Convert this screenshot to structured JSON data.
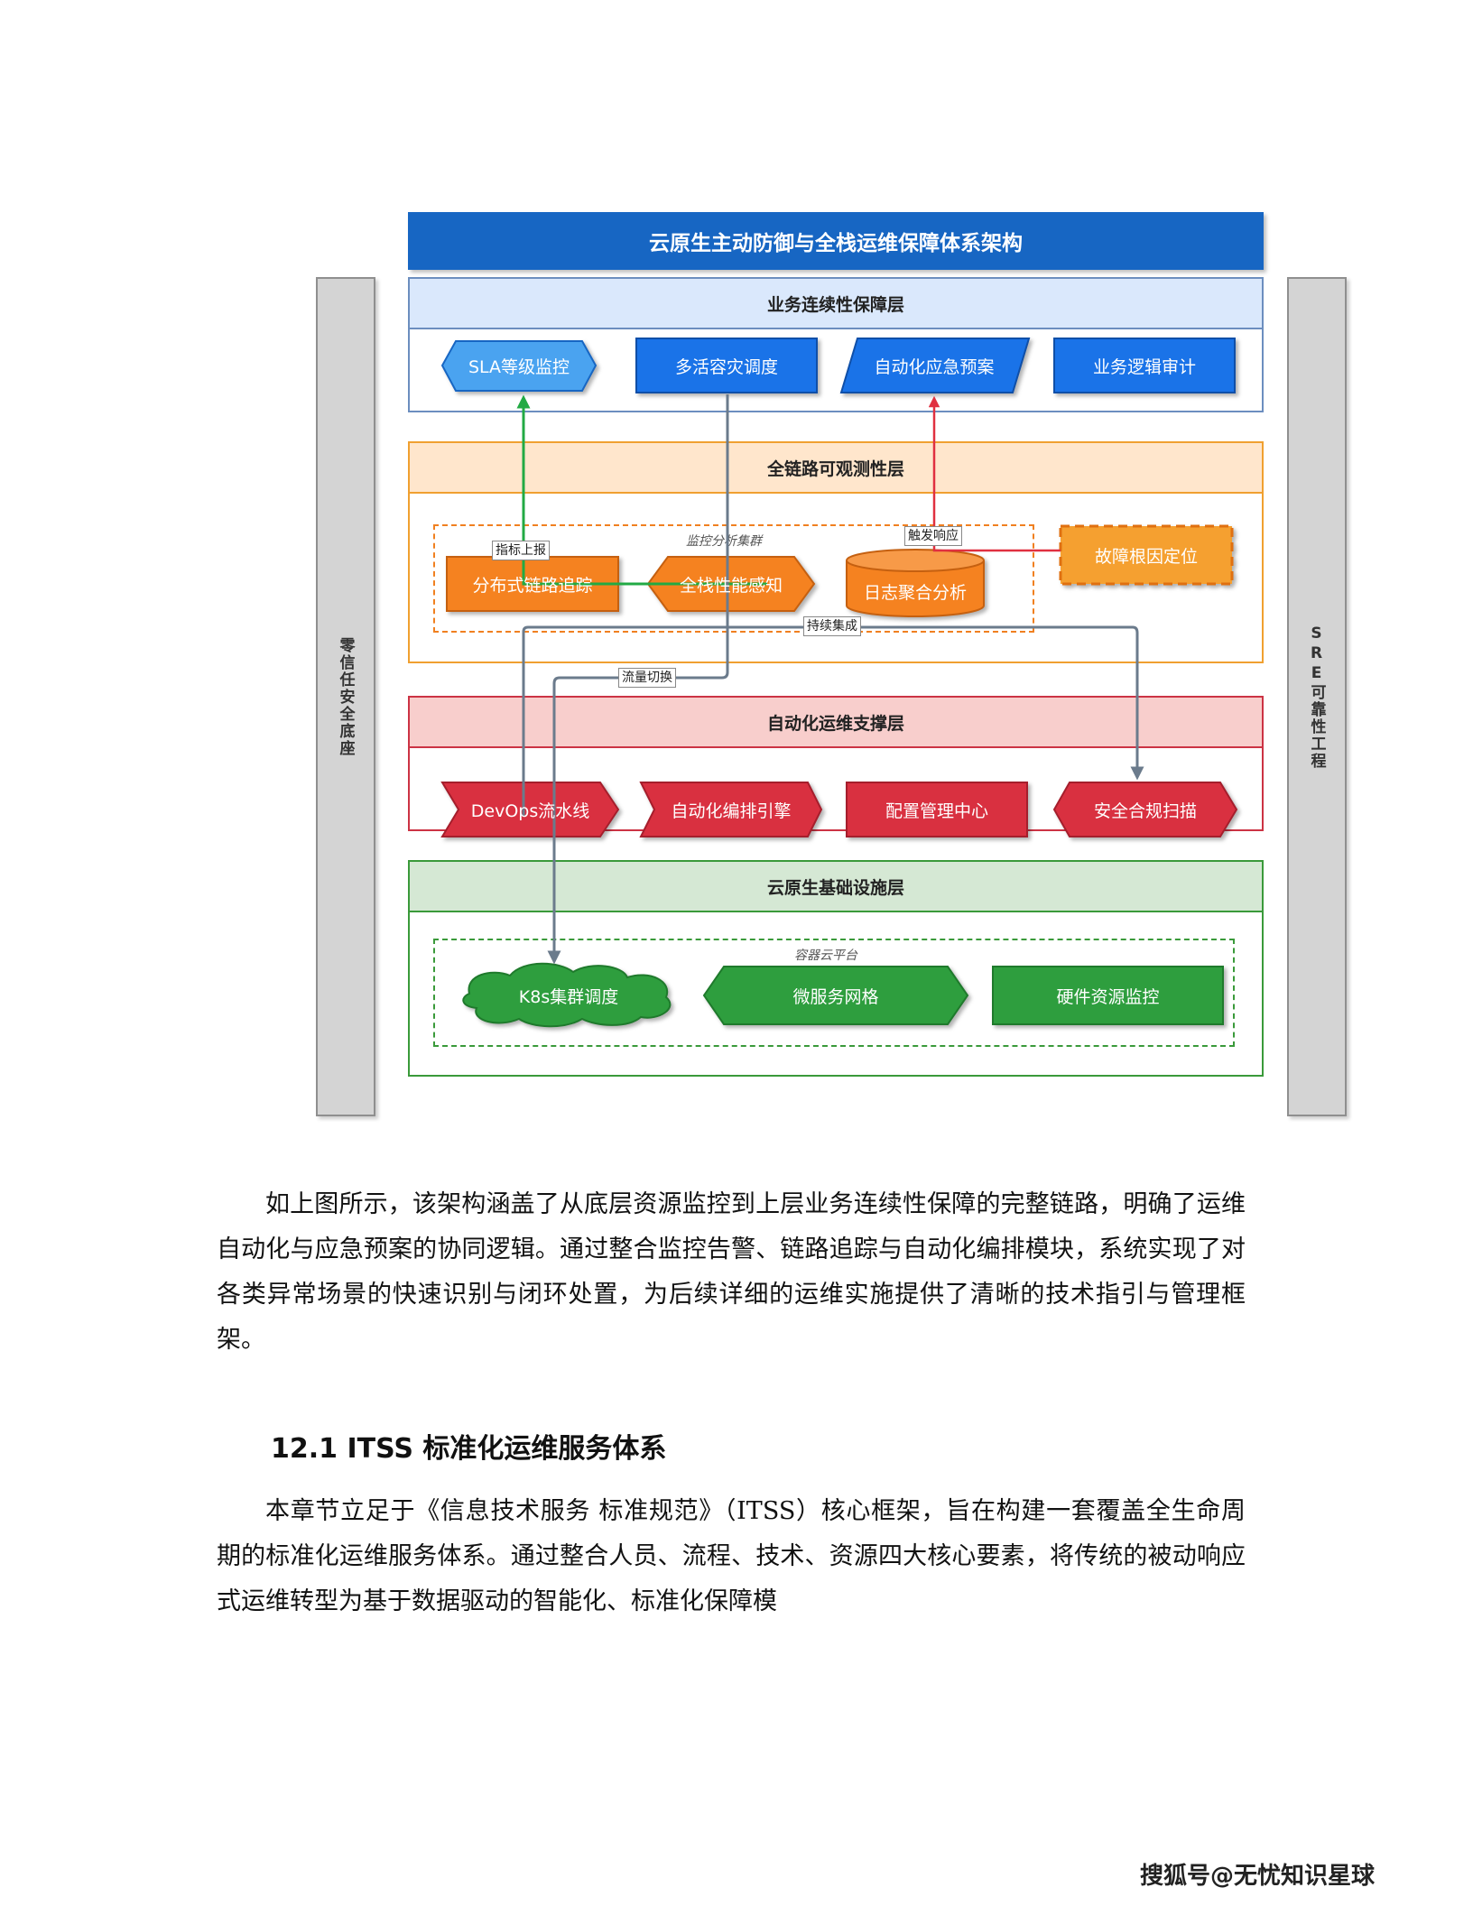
{
  "diagram": {
    "title": "云原生主动防御与全栈运维保障体系架构",
    "pillar_left": "零信任安全底座",
    "pillar_right": "SRE可靠性工程",
    "layers": {
      "business": {
        "title": "业务连续性保障层",
        "nodes": [
          "SLA等级监控",
          "多活容灾调度",
          "自动化应急预案",
          "业务逻辑审计"
        ]
      },
      "observability": {
        "title": "全链路可观测性层",
        "cluster_label": "监控分析集群",
        "nodes": [
          "分布式链路追踪",
          "全栈性能感知",
          "日志聚合分析"
        ],
        "side_node": "故障根因定位"
      },
      "automation": {
        "title": "自动化运维支撑层",
        "nodes": [
          "DevOps流水线",
          "自动化编排引擎",
          "配置管理中心",
          "安全合规扫描"
        ]
      },
      "infrastructure": {
        "title": "云原生基础设施层",
        "platform_label": "容器云平台",
        "nodes": [
          "K8s集群调度",
          "微服务网格",
          "硬件资源监控"
        ]
      }
    },
    "edge_labels": {
      "metrics_report": "指标上报",
      "trigger_response": "触发响应",
      "continuous_integration": "持续集成",
      "traffic_switch": "流量切换"
    },
    "colors": {
      "title_blue": "#1766c3",
      "node_blue": "#1a73e8",
      "node_light_blue": "#4aa3f0",
      "node_orange": "#f58220",
      "node_red": "#d93040",
      "node_green": "#2e9e3e",
      "arrow_green": "#22aa44",
      "arrow_red": "#e03040",
      "arrow_gray": "#6b7b8c"
    }
  },
  "paragraph_1": "如上图所示，该架构涵盖了从底层资源监控到上层业务连续性保障的完整链路，明确了运维自动化与应急预案的协同逻辑。通过整合监控告警、链路追踪与自动化编排模块，系统实现了对各类异常场景的快速识别与闭环处置，为后续详细的运维实施提供了清晰的技术指引与管理框架。",
  "heading": "12.1 ITSS 标准化运维服务体系",
  "paragraph_2": "本章节立足于《信息技术服务 标准规范》（ITSS）核心框架，旨在构建一套覆盖全生命周期的标准化运维服务体系。通过整合人员、流程、技术、资源四大核心要素，将传统的被动响应式运维转型为基于数据驱动的智能化、标准化保障模",
  "footer_brand": "搜狐号@无忧知识星球"
}
